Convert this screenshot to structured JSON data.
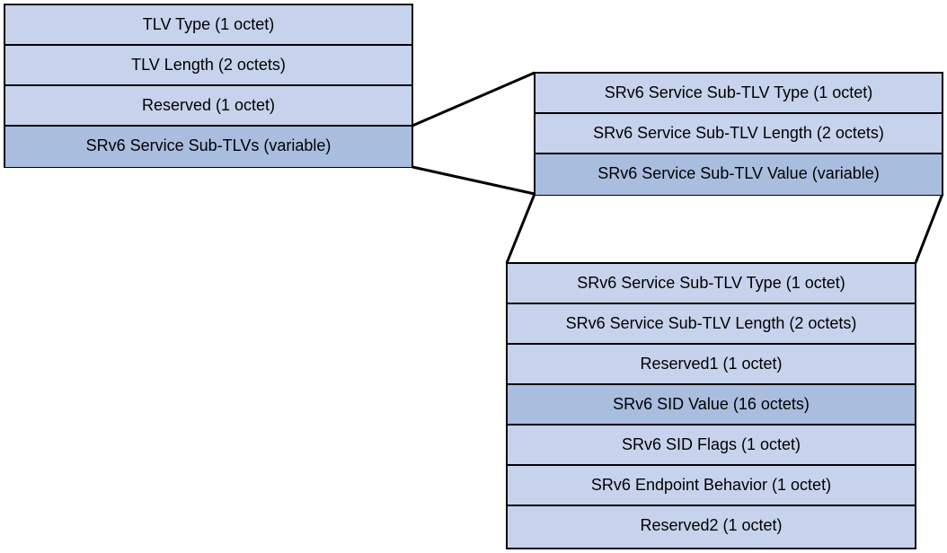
{
  "tlv": {
    "rows": [
      {
        "label": "TLV Type (1 octet)",
        "style": "normal"
      },
      {
        "label": "TLV Length (2 octets)",
        "style": "normal"
      },
      {
        "label": "Reserved (1 octet)",
        "style": "normal"
      },
      {
        "label": "SRv6 Service Sub-TLVs (variable)",
        "style": "highlight"
      }
    ]
  },
  "sub_tlv": {
    "rows": [
      {
        "label": "SRv6 Service Sub-TLV Type (1 octet)",
        "style": "normal"
      },
      {
        "label": "SRv6 Service Sub-TLV Length (2 octets)",
        "style": "normal"
      },
      {
        "label": "SRv6 Service Sub-TLV Value (variable)",
        "style": "highlight"
      }
    ]
  },
  "sub_tlv_value": {
    "rows": [
      {
        "label": "SRv6 Service Sub-TLV Type (1 octet)",
        "style": "normal"
      },
      {
        "label": "SRv6 Service Sub-TLV Length (2 octets)",
        "style": "normal"
      },
      {
        "label": "Reserved1 (1 octet)",
        "style": "normal"
      },
      {
        "label": "SRv6 SID Value (16 octets)",
        "style": "highlight"
      },
      {
        "label": "SRv6 SID Flags (1 octet)",
        "style": "normal"
      },
      {
        "label": "SRv6 Endpoint Behavior (1 octet)",
        "style": "normal"
      },
      {
        "label": "Reserved2 (1 octet)",
        "style": "normal"
      }
    ]
  },
  "colors": {
    "field_fill": "#c7d3ec",
    "highlight_fill": "#a9bddf",
    "border": "#000000"
  }
}
